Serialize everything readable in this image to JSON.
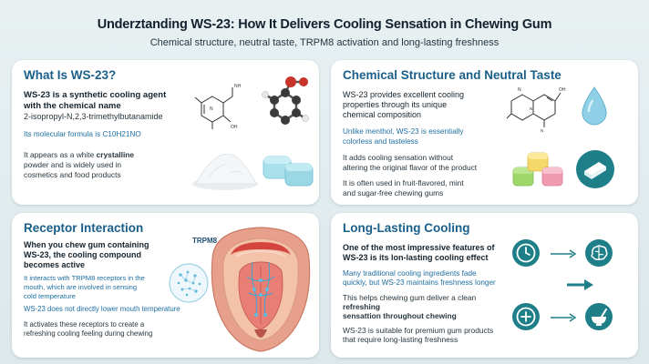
{
  "title": "Underztanding WS-23: How It Delivers Cooling Sensation in Chewing Gum",
  "subtitle": "Chemical structure, neutral taste, TRPM8 activation and long-lasting freshness",
  "colors": {
    "accent": "#1a5f8a",
    "teal": "#1e7f88",
    "blue_text": "#1e6fa3"
  },
  "cards": {
    "what": {
      "heading": "What Is WS-23?",
      "lead_1": "WS-23 is a synthetic cooling agent",
      "lead_2": "with the chemical name",
      "chem_name": "2-isopropyl-N,2,3-trimethylbutanamide",
      "formula": "Its molecular formula is C10H21NO",
      "appear_1a": "It appears as a white ",
      "appear_1b": "crystalline",
      "appear_2": "powder and is widely used in",
      "appear_3": "cosmetics and food products",
      "icons": [
        "molecule-structure-icon",
        "ball-stick-molecule-icon",
        "white-powder-icon",
        "gum-pieces-icon"
      ]
    },
    "structure": {
      "heading": "Chemical Structure and Neutral Taste",
      "lead_1": "WS-23 provides excellent cooling",
      "lead_2": "properties through its unique",
      "lead_3": "chemical composition",
      "menthol_1": "Unlike menthol, WS-23 is essentially",
      "menthol_2": "colorless and tasteless",
      "adds_1": "It adds cooling sensation without",
      "adds_2": "altering the original flavor of the product",
      "used_1": "It is often used in fruit-flavored, mint",
      "used_2": "and sugar-free chewing gums",
      "icons": [
        "molecule-structure-icon",
        "water-drop-icon",
        "colored-gum-cubes-icon",
        "gum-stick-icon"
      ]
    },
    "receptor": {
      "heading": "Receptor Interaction",
      "lead_1": "When you chew gum containing",
      "lead_2": "WS-23, the cooling compound",
      "lead_3": "becomes active",
      "interacts_1": "It interacts with TRPM8 receptors in the",
      "interacts_2": "mouth, which are involved in sensing",
      "interacts_3": "cold temperature",
      "lower": "WS-23 does not directly lower mouth temperature",
      "activates_1": "It activates these receptors to create a",
      "activates_2": "refreshing cooling feeling during chewing",
      "trpm8_label": "TRPM8",
      "icons": [
        "receptor-magnify-icon",
        "mouth-cross-section-icon"
      ]
    },
    "lasting": {
      "heading": "Long-Lasting Cooling",
      "lead_1": "One of the most impressive features of",
      "lead_2": "WS-23 is its lon-lasting cooling effect",
      "many_1": "Many traditional cooling ingredients fade",
      "many_2": "quickly, but WS-23 maintains freshness longer",
      "helps_1": "This helps chewing gum deliver a clean",
      "helps_2": "refreshing",
      "helps_3": "sensattion throughout chewing",
      "premium_1": "WS-23 is suitable for premium gum products",
      "premium_2": "that require long-lasting freshness",
      "icons": [
        "clock-icon",
        "brain-icon",
        "plus-circle-icon",
        "mortar-bowl-icon"
      ]
    }
  }
}
